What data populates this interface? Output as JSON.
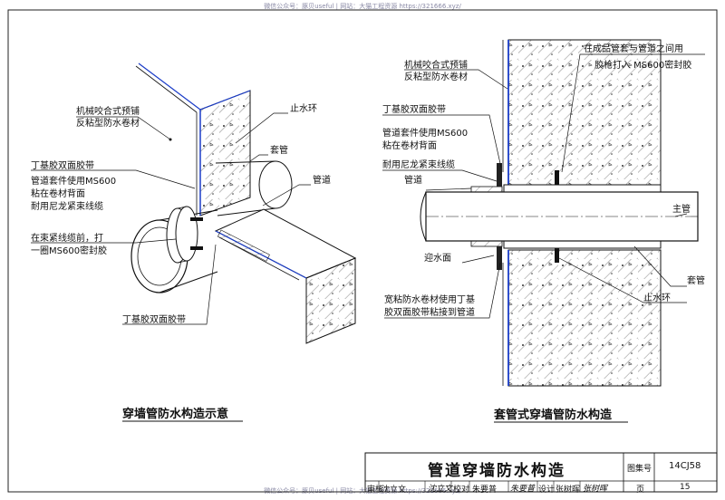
{
  "watermark": {
    "top": "微信公众号：豚贝useful | 网站：大猫工程资源 https://321666.xyz/",
    "bottom": "微信公众号：豚贝useful | 网站：大猫工程资源 https://321666.xyz/"
  },
  "left_diagram": {
    "caption": "穿墙管防水构造示意",
    "labels": {
      "membrane_1": "机械咬合式预铺",
      "membrane_2": "反粘型防水卷材",
      "water_ring": "止水环",
      "sleeve": "套管",
      "pipe": "管道",
      "butyl_tape_top": "丁基胶双面胶带",
      "kit_1": "管道套件使用MS600",
      "kit_2": "粘在卷材背面",
      "cable_tie": "耐用尼龙紧束线缆",
      "seal_1": "在束紧线缆前，打",
      "seal_2": "一圈MS600密封胶",
      "butyl_tape_bottom": "丁基胶双面胶带"
    }
  },
  "right_diagram": {
    "caption": "套管式穿墙管防水构造",
    "labels": {
      "membrane_1": "机械咬合式预铺",
      "membrane_2": "反粘型防水卷材",
      "gap_seal_1": "在成品管套与管道之间用",
      "gap_seal_2": "胶枪打入 MS600密封胶",
      "butyl_tape": "丁基胶双面胶带",
      "kit_1": "管道套件使用MS600",
      "kit_2": "粘在卷材背面",
      "cable_tie": "耐用尼龙紧束线缆",
      "pipe": "管道",
      "main_pipe": "主管",
      "water_face": "迎水面",
      "sleeve": "套管",
      "wide_membrane_1": "宽粘防水卷材使用丁基",
      "wide_membrane_2": "胶双面胶带粘接到管道",
      "water_ring": "止水环"
    }
  },
  "title_block": {
    "title": "管道穿墙防水构造",
    "atlas_label": "图集号",
    "atlas_value": "14CJ58",
    "review_label": "审核",
    "review_name": "沈立文",
    "review_sig": "沈立文",
    "check_label": "校对",
    "check_name": "朱要普",
    "check_sig": "朱要普",
    "design_label": "设计",
    "design_name": "张树晖",
    "design_sig": "张树晖",
    "page_label": "页",
    "page_value": "15"
  }
}
